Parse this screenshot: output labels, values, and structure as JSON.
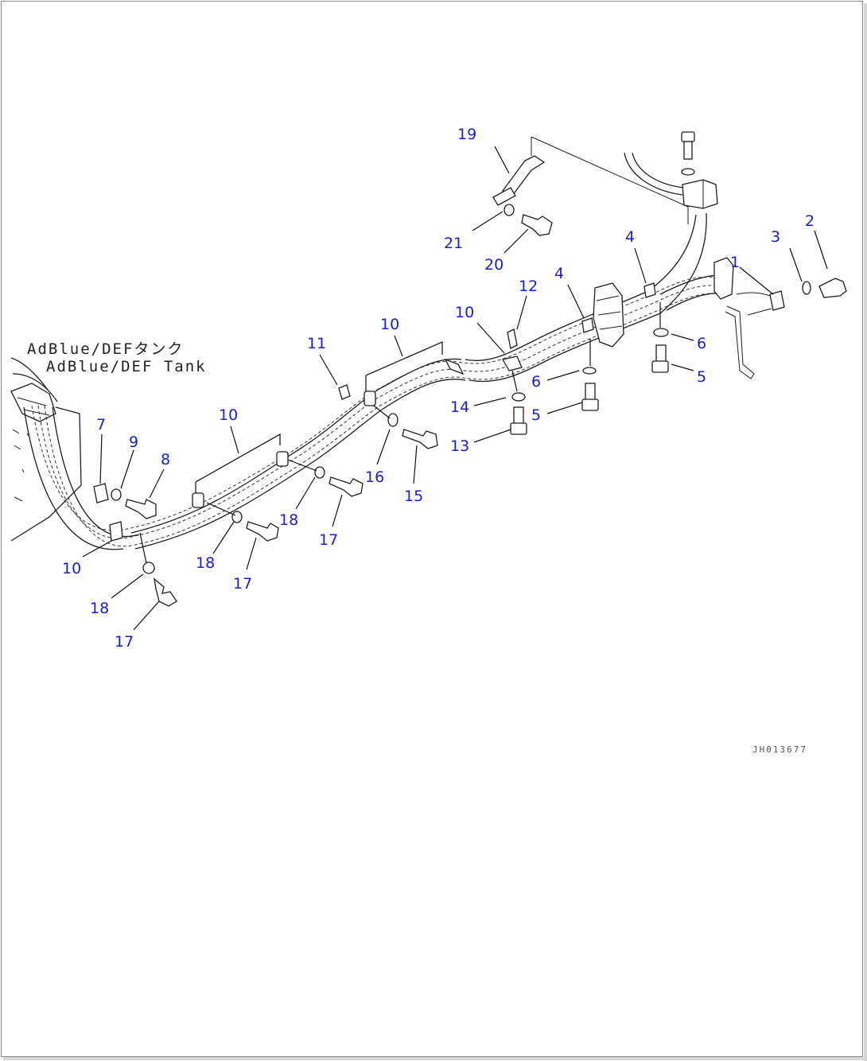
{
  "tank_label": {
    "line1": "AdBlue/DEFタンク",
    "line2": "AdBlue/DEF Tank"
  },
  "drawing_id": "JH013677",
  "callout_color": "#1a22c8",
  "callouts": [
    {
      "id": "c1",
      "text": "1"
    },
    {
      "id": "c2",
      "text": "2"
    },
    {
      "id": "c3",
      "text": "3"
    },
    {
      "id": "c4a",
      "text": "4"
    },
    {
      "id": "c4b",
      "text": "4"
    },
    {
      "id": "c5a",
      "text": "5"
    },
    {
      "id": "c5b",
      "text": "5"
    },
    {
      "id": "c6a",
      "text": "6"
    },
    {
      "id": "c6b",
      "text": "6"
    },
    {
      "id": "c7",
      "text": "7"
    },
    {
      "id": "c8",
      "text": "8"
    },
    {
      "id": "c9",
      "text": "9"
    },
    {
      "id": "c10a",
      "text": "10"
    },
    {
      "id": "c10b",
      "text": "10"
    },
    {
      "id": "c10c",
      "text": "10"
    },
    {
      "id": "c10d",
      "text": "10"
    },
    {
      "id": "c11",
      "text": "11"
    },
    {
      "id": "c12",
      "text": "12"
    },
    {
      "id": "c13",
      "text": "13"
    },
    {
      "id": "c14",
      "text": "14"
    },
    {
      "id": "c15",
      "text": "15"
    },
    {
      "id": "c16",
      "text": "16"
    },
    {
      "id": "c17a",
      "text": "17"
    },
    {
      "id": "c17b",
      "text": "17"
    },
    {
      "id": "c17c",
      "text": "17"
    },
    {
      "id": "c18a",
      "text": "18"
    },
    {
      "id": "c18b",
      "text": "18"
    },
    {
      "id": "c18c",
      "text": "18"
    },
    {
      "id": "c19",
      "text": "19"
    },
    {
      "id": "c20",
      "text": "20"
    },
    {
      "id": "c21",
      "text": "21"
    }
  ]
}
